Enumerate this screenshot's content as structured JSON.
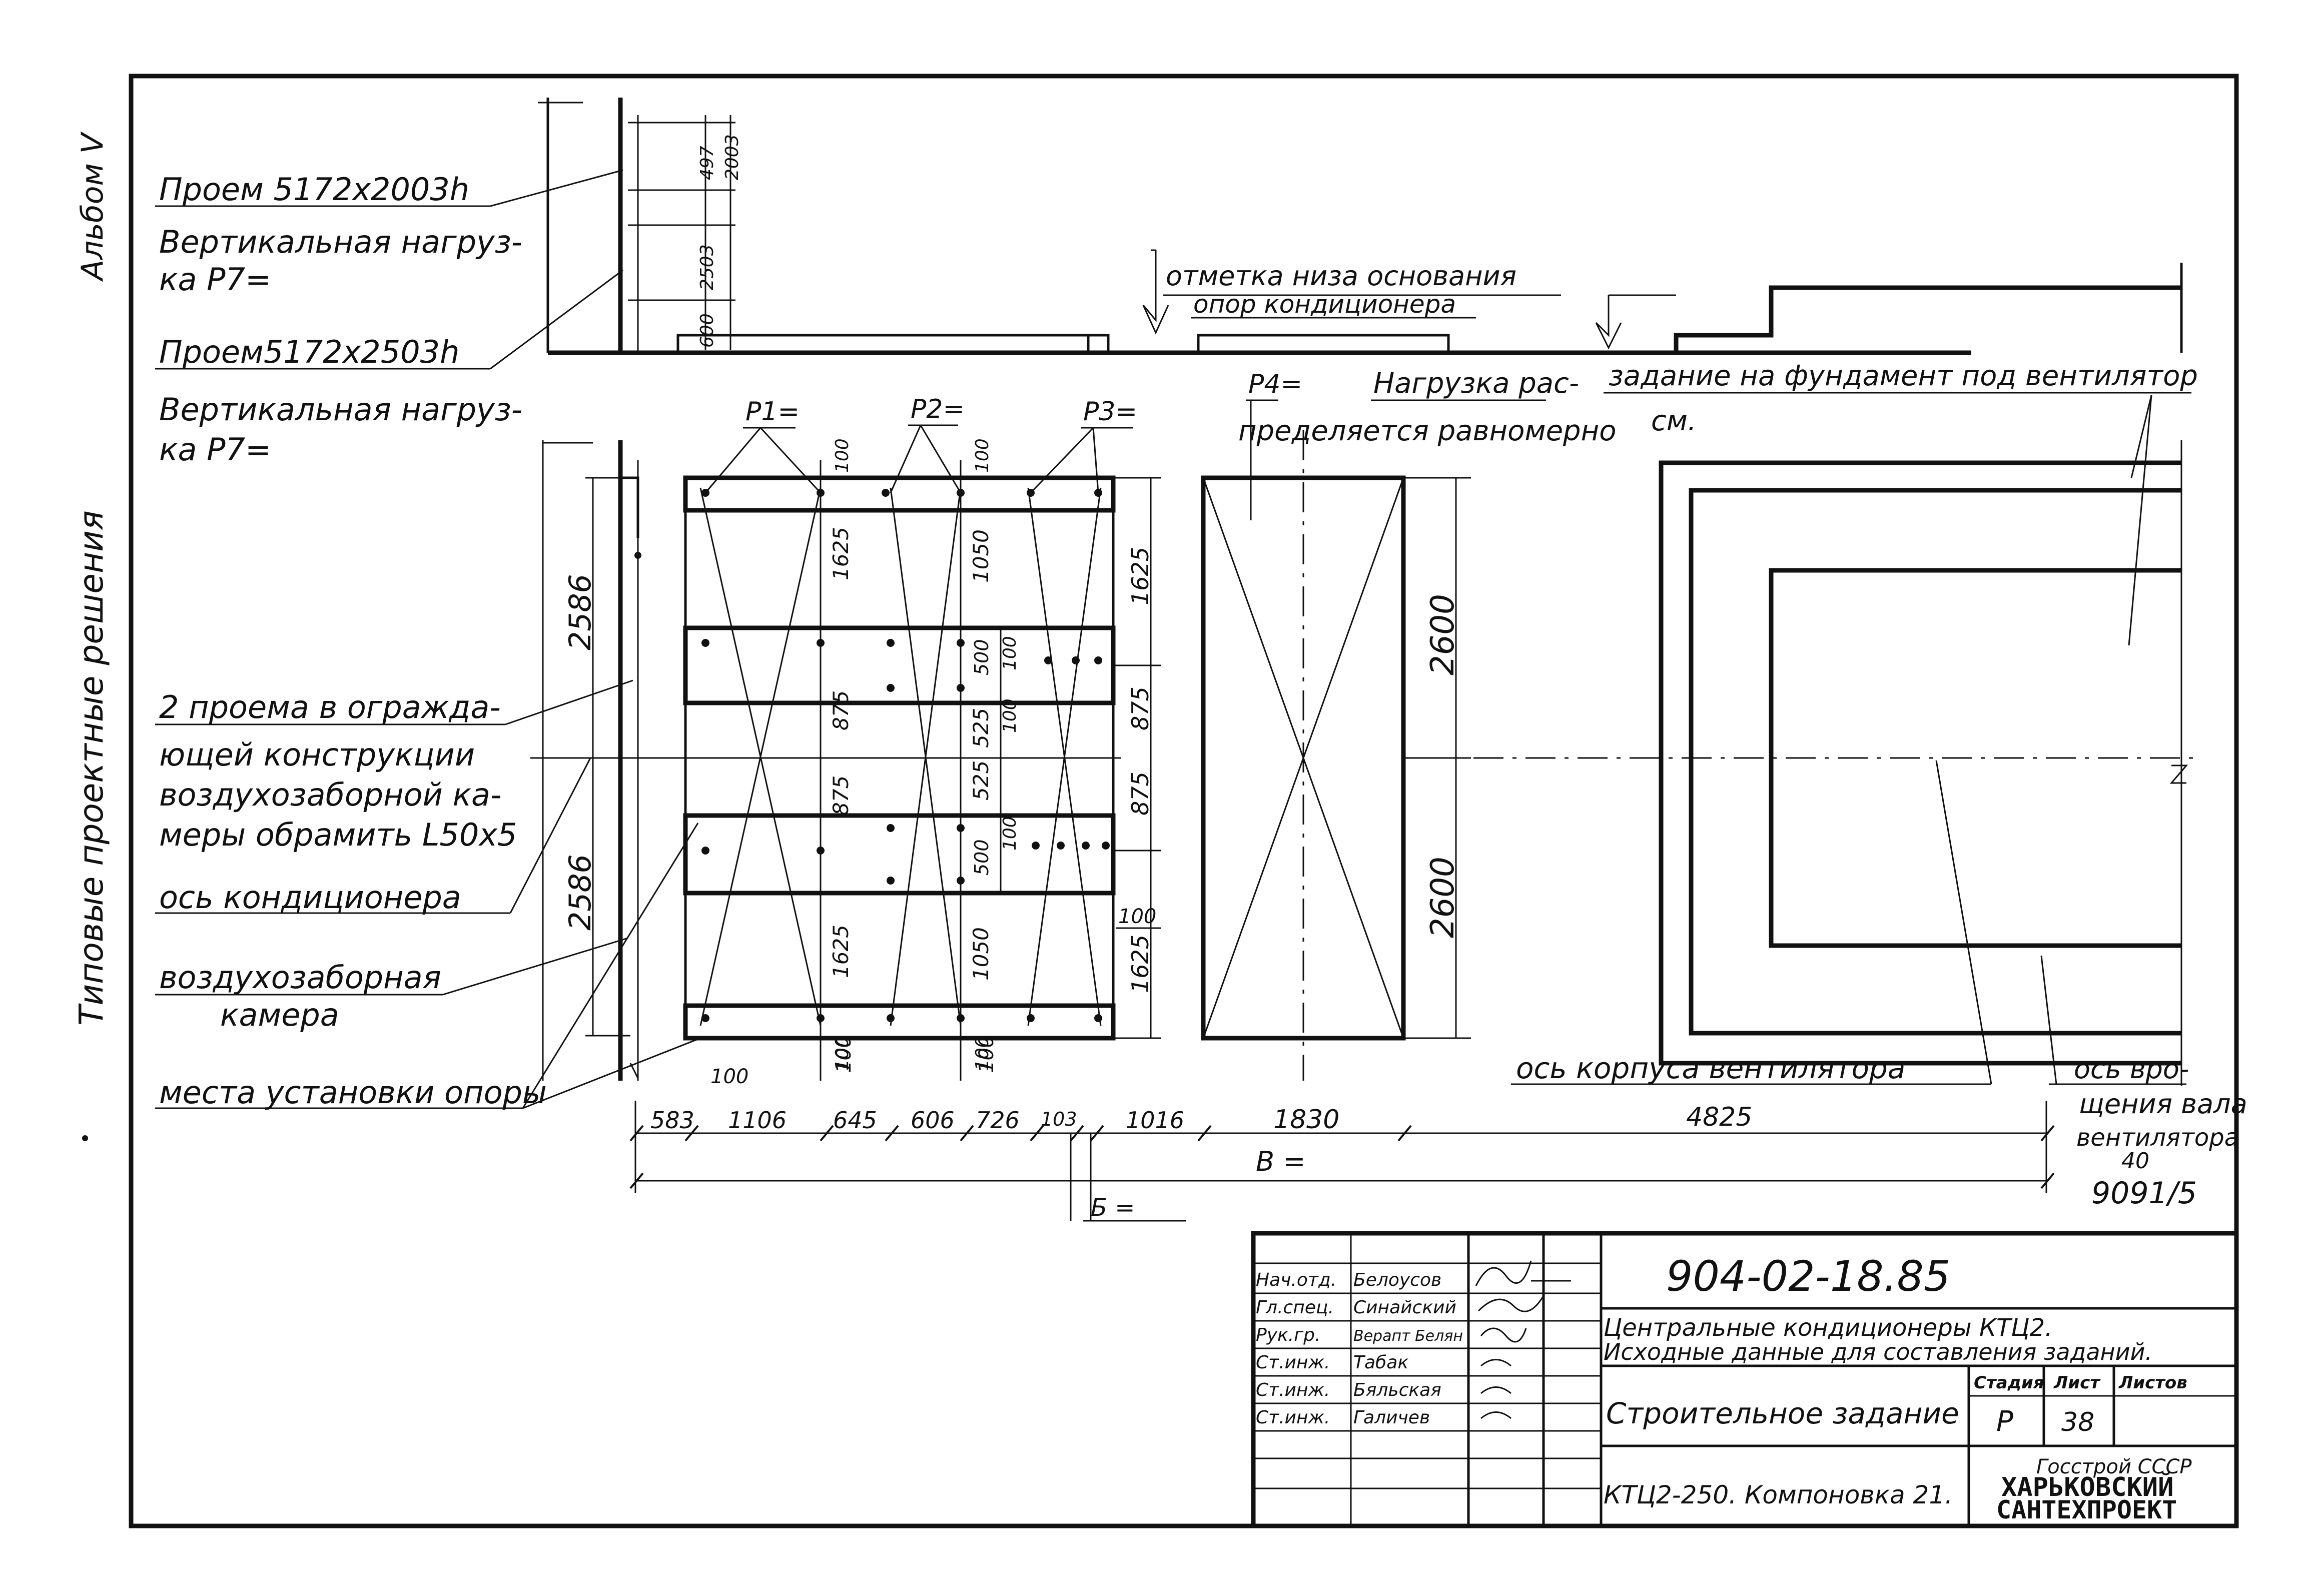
{
  "margin": {
    "album": "Альбом Ⅴ",
    "series": "Типовые проектные решения"
  },
  "notes": {
    "opening1": "Проем 5172x2003h",
    "load1": "Вертикальная нагруз-",
    "load1b": "ка Р7=",
    "opening2": "Проем5172x2503h",
    "load2": "Вертикальная нагруз-",
    "load2b": "ка Р7=",
    "frame1": "2 проема в огражда-",
    "frame2": "ющей конструкции",
    "frame3": "воздухозаборной ка-",
    "frame4": "меры обрамить L50x5",
    "axis_cond": "ось кондиционера",
    "intake1": "воздухозаборная",
    "intake2": "камера",
    "supports": "места установки опоры",
    "elev1": "отметка низа основания",
    "elev2": "опор кондиционера",
    "p1": "Р1=",
    "p2": "Р2=",
    "p3": "Р3=",
    "p4": "Р4=",
    "p4note1": "Нагрузка рас-",
    "p4note2": "пределяется равномерно",
    "fan1": "задание на фундамент под вентилятор",
    "fan2": "см.",
    "fan_axis": "ось корпуса вентилятора",
    "shaft1": "ось вро-",
    "shaft2": "щения вала",
    "shaft3": "вентилятора",
    "shaft4": "40",
    "shaft5": "9091/5",
    "b_label": "В =",
    "b6_label": "Б ="
  },
  "dims": {
    "v_top": [
      "497",
      "2003",
      "2503",
      "600"
    ],
    "h_left": [
      "2586",
      "2586"
    ],
    "v_frame": [
      "1625",
      "875",
      "875",
      "1625",
      "1050",
      "525",
      "525",
      "1050",
      "500",
      "500",
      "100",
      "100",
      "100",
      "100",
      "100",
      "100",
      "100"
    ],
    "v_right": [
      "1625",
      "875",
      "875",
      "1625",
      "100"
    ],
    "v_big": [
      "2600",
      "2600"
    ],
    "h_bottom": [
      "583",
      "1106",
      "645",
      "606",
      "726",
      "103",
      "1016",
      "1830",
      "4825"
    ],
    "h_small": [
      "100",
      "100",
      "100"
    ]
  },
  "titleblock": {
    "code": "904-02-18.85",
    "desc1": "Центральные кондиционеры КТЦ2.",
    "desc2": "Исходные данные для составления заданий.",
    "task": "Строительное задание",
    "layout": "КТЦ2-250. Компоновка 21.",
    "stage_h": "Стадия",
    "sheet_h": "Лист",
    "sheets_h": "Листов",
    "stage": "Р",
    "sheet": "38",
    "org1": "Госстрой СССР",
    "org2": "ХАРЬКОВСКИЙ",
    "org3": "САНТЕХПРОЕКТ",
    "roles": [
      "Нач.отд.",
      "Гл.спец.",
      "Рук.гр.",
      "Ст.инж.",
      "Ст.инж.",
      "Ст.инж."
    ],
    "names": [
      "Белоусов",
      "Синайский",
      "Верапт Белян",
      "Табак",
      "Бяльская",
      "Галичев"
    ]
  }
}
